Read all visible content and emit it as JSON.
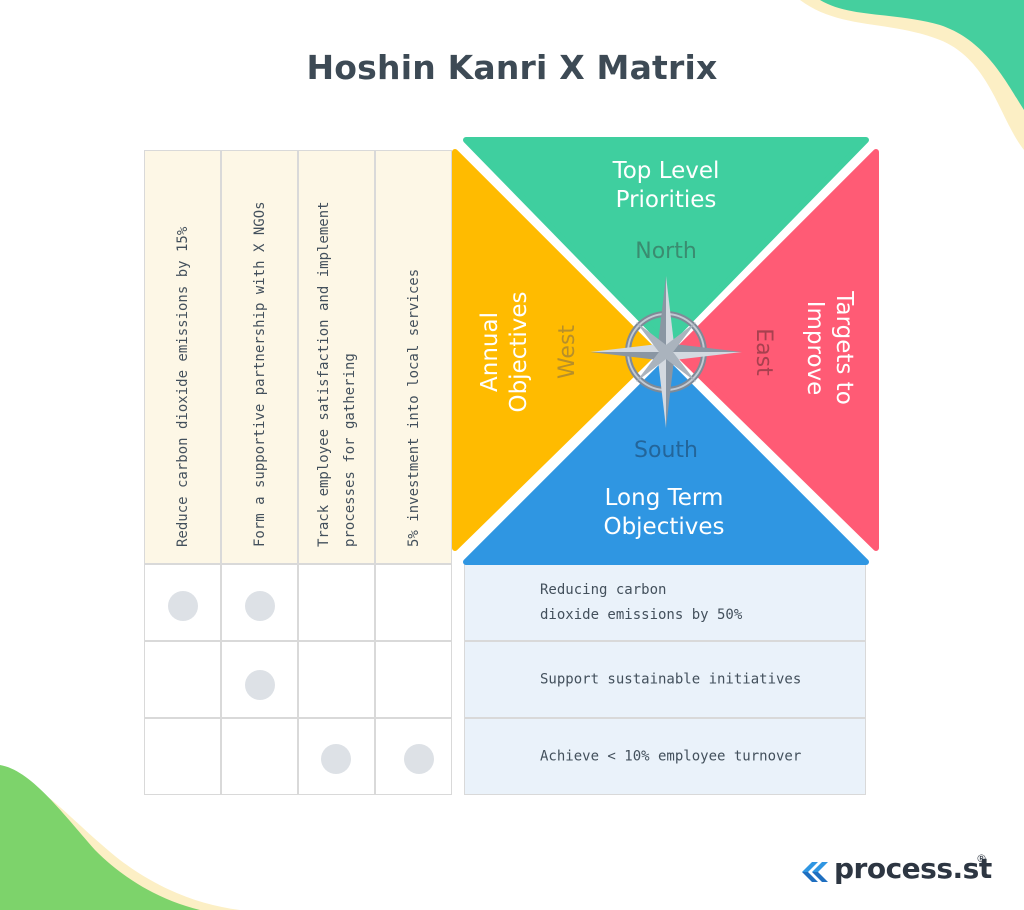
{
  "title": "Hoshin Kanri X Matrix",
  "annual_objectives": [
    "Reduce carbon dioxide emissions by 15%",
    "Form a supportive partnership with X NGOs",
    "Track employee satisfaction and implement processes for gathering",
    "5% investment into local services"
  ],
  "quadrants": {
    "north": {
      "label_line1": "Top Level",
      "label_line2": "Priorities",
      "direction": "North",
      "color": "#3fcf9f"
    },
    "west": {
      "label_line1": "Annual",
      "label_line2": "Objectives",
      "direction": "West",
      "color": "#ffbb00"
    },
    "south": {
      "label_line1": "Long Term",
      "label_line2": "Objectives",
      "direction": "South",
      "color": "#2f96e2"
    },
    "east": {
      "label_line1": "Targets to",
      "label_line2": "Improve",
      "direction": "East",
      "color": "#ff5b75"
    }
  },
  "long_term_objectives": [
    {
      "line1": "Reducing carbon",
      "line2": "dioxide emissions by 50%"
    },
    {
      "line1": "Support sustainable initiatives",
      "line2": ""
    },
    {
      "line1": "Achieve < 10% employee turnover",
      "line2": ""
    }
  ],
  "correlations": [
    [
      true,
      true,
      false,
      false
    ],
    [
      false,
      true,
      false,
      false
    ],
    [
      false,
      false,
      true,
      true
    ]
  ],
  "logo": {
    "name": "process",
    "suffix": ".st",
    "reg": "®"
  },
  "colors": {
    "teal_accent": "#3fcf9f",
    "cream": "#fdf7e6",
    "light_blue": "#eaf2fa",
    "dot": "#dde1e6"
  }
}
